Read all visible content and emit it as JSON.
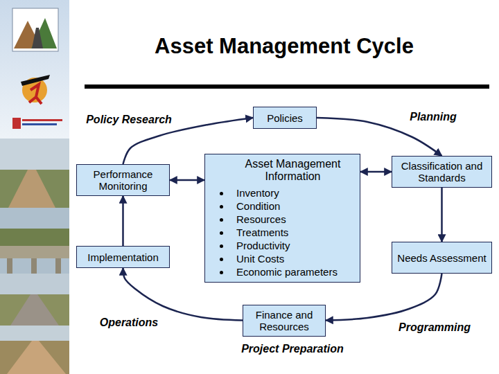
{
  "diagram": {
    "title": "Asset Management Cycle",
    "nodes": [
      {
        "text": [
          "Policies"
        ]
      },
      {
        "text": [
          "Performance Monitoring"
        ]
      },
      {
        "text": [
          "Asset Management Information",
          "Inventory",
          "Condition",
          "Resources",
          "Treatments",
          "Productivity",
          "Unit Costs",
          "Economic parameters"
        ]
      },
      {
        "text": [
          "Classification and Standards"
        ]
      },
      {
        "text": [
          "Implementation"
        ]
      },
      {
        "text": [
          "Needs Assessment"
        ]
      },
      {
        "text": [
          "Finance and Resources"
        ]
      }
    ],
    "edges": [
      {
        "from": 1,
        "to": 0,
        "arrow": "to"
      },
      {
        "from": 0,
        "to": 3,
        "arrow": "to"
      },
      {
        "from": 3,
        "to": 5,
        "arrow": "to"
      },
      {
        "from": 5,
        "to": 6,
        "arrow": "to"
      },
      {
        "from": 6,
        "to": 4,
        "arrow": "to"
      },
      {
        "from": 4,
        "to": 1,
        "arrow": "to"
      },
      {
        "from": 2,
        "to": 1,
        "arrow": "both"
      },
      {
        "from": 2,
        "to": 3,
        "arrow": "both"
      }
    ],
    "labels": [
      "Policy Research",
      "Planning",
      "Operations",
      "Programming",
      "Project Preparation"
    ]
  }
}
